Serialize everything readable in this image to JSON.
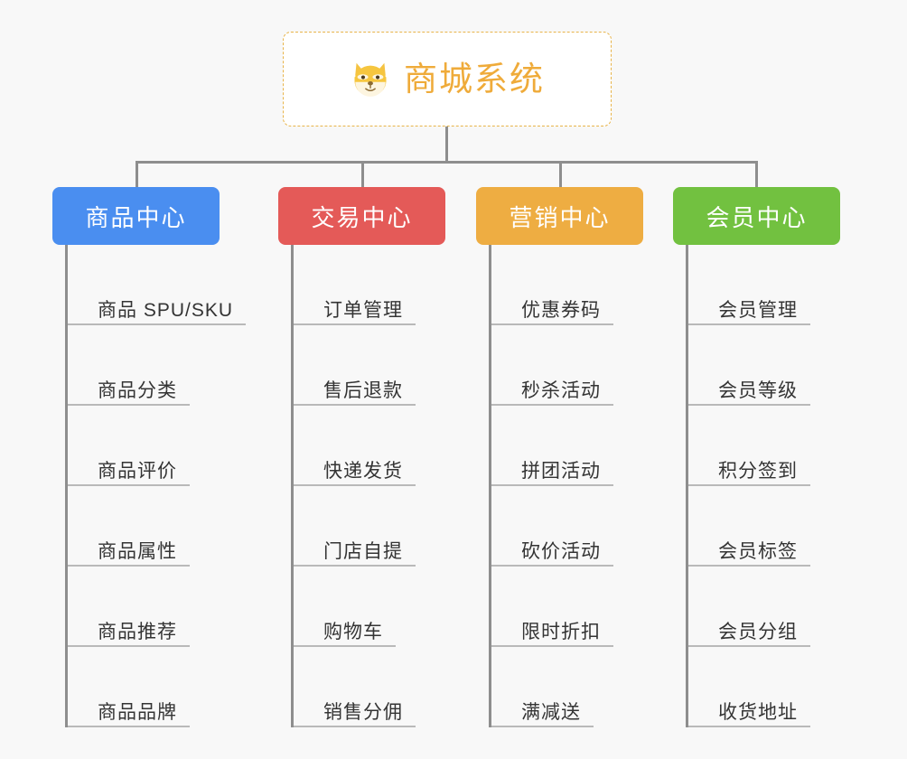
{
  "page": {
    "background_color": "#f8f8f8",
    "diagram_type": "mindmap-tree"
  },
  "root": {
    "title": "商城系统",
    "icon": "shiba-dog-face-icon",
    "text_color": "#efab3a",
    "border_color": "#e8b44a",
    "background_color": "#ffffff"
  },
  "branches": [
    {
      "label": "商品中心",
      "color": "#4a8ef0",
      "items": [
        "商品 SPU/SKU",
        "商品分类",
        "商品评价",
        "商品属性",
        "商品推荐",
        "商品品牌"
      ]
    },
    {
      "label": "交易中心",
      "color": "#e45a58",
      "items": [
        "订单管理",
        "售后退款",
        "快递发货",
        "门店自提",
        "购物车",
        "销售分佣"
      ]
    },
    {
      "label": "营销中心",
      "color": "#eead42",
      "items": [
        "优惠券码",
        "秒杀活动",
        "拼团活动",
        "砍价活动",
        "限时折扣",
        "满减送"
      ]
    },
    {
      "label": "会员中心",
      "color": "#72c140",
      "items": [
        "会员管理",
        "会员等级",
        "积分签到",
        "会员标签",
        "会员分组",
        "收货地址"
      ]
    }
  ]
}
